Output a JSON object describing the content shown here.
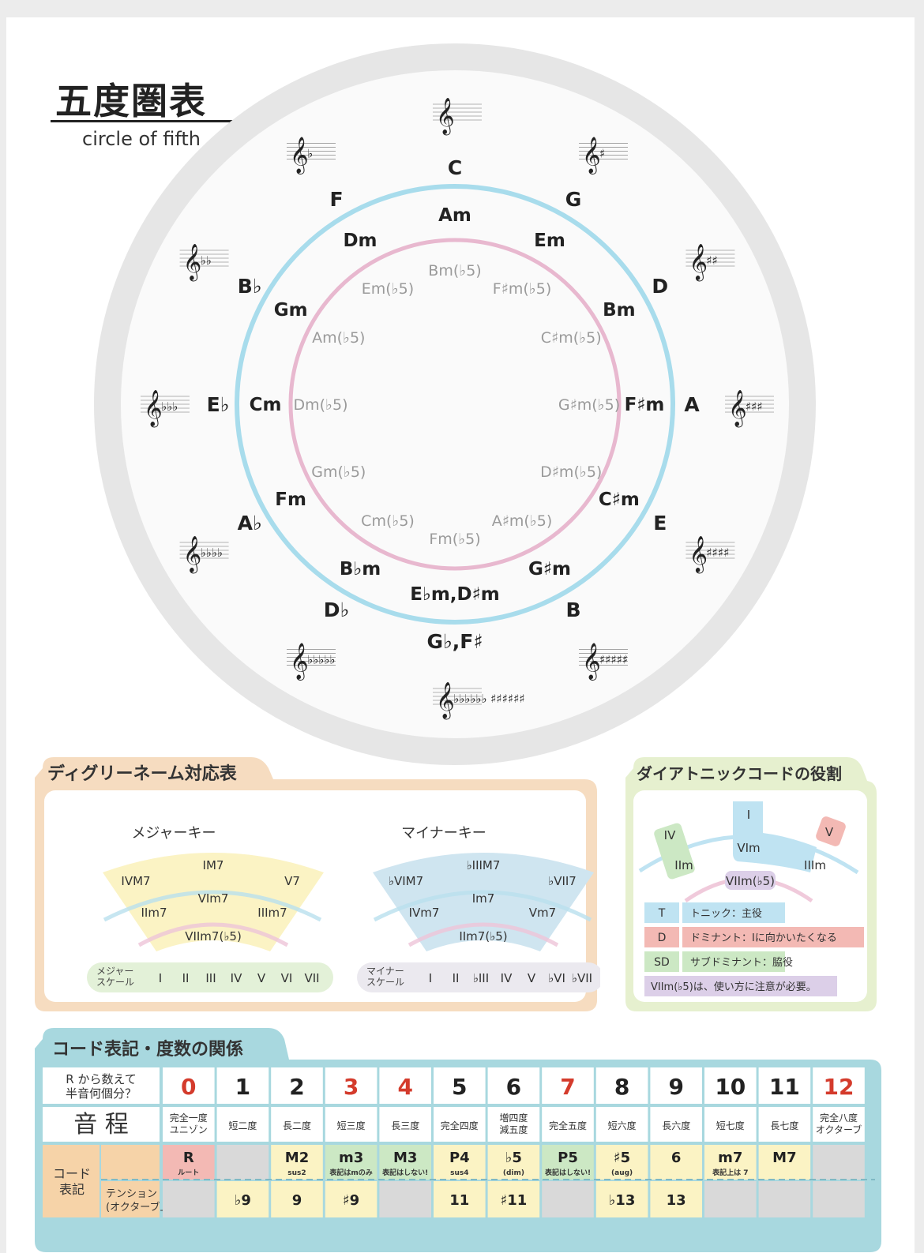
{
  "header": {
    "title": "五度圏表",
    "subtitle": "circle of fifth"
  },
  "circle": {
    "majors": [
      "C",
      "G",
      "D",
      "A",
      "E",
      "B",
      "G♭,F♯",
      "D♭",
      "A♭",
      "E♭",
      "B♭",
      "F"
    ],
    "minors": [
      "Am",
      "Em",
      "Bm",
      "F♯m",
      "C♯m",
      "G♯m",
      "E♭m,D♯m",
      "B♭m",
      "Fm",
      "Cm",
      "Gm",
      "Dm"
    ],
    "dims": [
      "Bm(♭5)",
      "F♯m(♭5)",
      "C♯m(♭5)",
      "G♯m(♭5)",
      "D♯m(♭5)",
      "A♯m(♭5)",
      "Fm(♭5)",
      "Cm(♭5)",
      "Gm(♭5)",
      "Dm(♭5)",
      "Am(♭5)",
      "Em(♭5)"
    ],
    "key_signatures": [
      "",
      "♯",
      "♯♯",
      "♯♯♯",
      "♯♯♯♯",
      "♯♯♯♯♯",
      "♭♭♭♭♭♭ ♯♯♯♯♯♯",
      "♭♭♭♭♭",
      "♭♭♭♭",
      "♭♭♭",
      "♭♭",
      "♭"
    ],
    "clef": "𝄞",
    "colors": {
      "outer_ring": "#e6e6e6",
      "major_ring": "#a8dcec",
      "minor_ring": "#e8b8cf",
      "dim_text": "#9a9a9a"
    }
  },
  "degree_panel": {
    "title": "ディグリーネーム対応表",
    "major_key": {
      "title": "メジャーキー",
      "labels": [
        "IM7",
        "IVM7",
        "V7",
        "VIm7",
        "IIm7",
        "IIIm7",
        "VIIm7(♭5)"
      ],
      "scale_label": "メジャー\nスケール",
      "scale": [
        "I",
        "II",
        "III",
        "IV",
        "V",
        "VI",
        "VII"
      ]
    },
    "minor_key": {
      "title": "マイナーキー",
      "labels": [
        "♭IIIM7",
        "♭VIM7",
        "♭VII7",
        "Im7",
        "IVm7",
        "Vm7",
        "IIm7(♭5)"
      ],
      "scale_label": "マイナー\nスケール",
      "scale": [
        "I",
        "II",
        "♭III",
        "IV",
        "V",
        "♭VI",
        "♭VII"
      ]
    }
  },
  "diatonic_panel": {
    "title": "ダイアトニックコードの役割",
    "chips": [
      "IV",
      "I",
      "V",
      "VIm",
      "IIm",
      "IIIm",
      "VIIm(♭5)"
    ],
    "legend": [
      {
        "code": "T",
        "text": "トニック：主役",
        "color": "#bfe3f2"
      },
      {
        "code": "D",
        "text": "ドミナント：Iに向かいたくなる",
        "color": "#f3b9b4"
      },
      {
        "code": "SD",
        "text": "サブドミナント：脇役",
        "color": "#cce8c4"
      },
      {
        "code": "",
        "text": "VIIm(♭5)は、使い方に注意が必要。",
        "color": "#dccfe8"
      }
    ]
  },
  "interval_table": {
    "title": "コード表記・度数の関係",
    "row1_header": "R から数えて\n半音何個分？",
    "semitones": [
      "0",
      "1",
      "2",
      "3",
      "4",
      "5",
      "6",
      "7",
      "8",
      "9",
      "10",
      "11",
      "12"
    ],
    "semitone_red": [
      true,
      false,
      false,
      true,
      true,
      false,
      false,
      true,
      false,
      false,
      false,
      false,
      true
    ],
    "row2_header": "音 程",
    "intervals": [
      "完全一度\nユニゾン",
      "短二度",
      "長二度",
      "短三度",
      "長三度",
      "完全四度",
      "増四度\n減五度",
      "完全五度",
      "短六度",
      "長六度",
      "短七度",
      "長七度",
      "完全八度\nオクターブ"
    ],
    "row3_header": "コード\n表記",
    "chord_main": [
      "R",
      "",
      "M2",
      "m3",
      "M3",
      "P4",
      "♭5",
      "P5",
      "♯5",
      "6",
      "m7",
      "M7",
      ""
    ],
    "chord_sub": [
      "ルート",
      "",
      "sus2",
      "表記はmのみ",
      "表記はしない!",
      "sus4",
      "(dim)",
      "表記はしない!",
      "(aug)",
      "",
      "表記上は 7",
      "",
      ""
    ],
    "chord_green": [
      false,
      false,
      false,
      true,
      true,
      false,
      false,
      true,
      false,
      false,
      false,
      false,
      false
    ],
    "chord_gray": [
      false,
      true,
      false,
      false,
      false,
      false,
      false,
      false,
      false,
      false,
      false,
      false,
      true
    ],
    "tension_header": "テンション\n(オクターブ上)",
    "tensions": [
      "",
      "♭9",
      "9",
      "♯9",
      "",
      "11",
      "♯11",
      "",
      "♭13",
      "13",
      "",
      "",
      ""
    ]
  }
}
